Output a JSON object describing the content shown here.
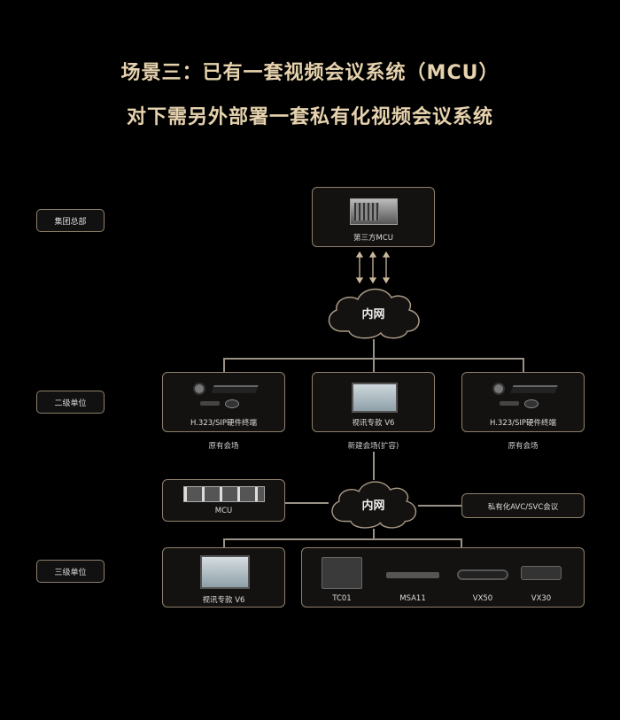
{
  "title": {
    "line1": "场景三：已有一套视频会议系统（MCU）",
    "line2": "对下需另外部署一套私有化视频会议系统"
  },
  "levels": [
    "集团总部",
    "二级单位",
    "三级单位"
  ],
  "hq": {
    "device": "第三方MCU"
  },
  "cloud_label": "内网",
  "level2": [
    {
      "device": "H.323/SIP硬件终端",
      "caption": "原有会场"
    },
    {
      "device": "视讯专款 V6",
      "caption": "新建会场(扩容)"
    },
    {
      "device": "H.323/SIP硬件终端",
      "caption": "原有会场"
    }
  ],
  "mcu": {
    "device": "MCU"
  },
  "private": {
    "label": "私有化AVC/SVC会议"
  },
  "level3": {
    "v6": "视讯专款 V6",
    "devices": [
      "TC01",
      "MSA11",
      "VX50",
      "VX30"
    ]
  }
}
